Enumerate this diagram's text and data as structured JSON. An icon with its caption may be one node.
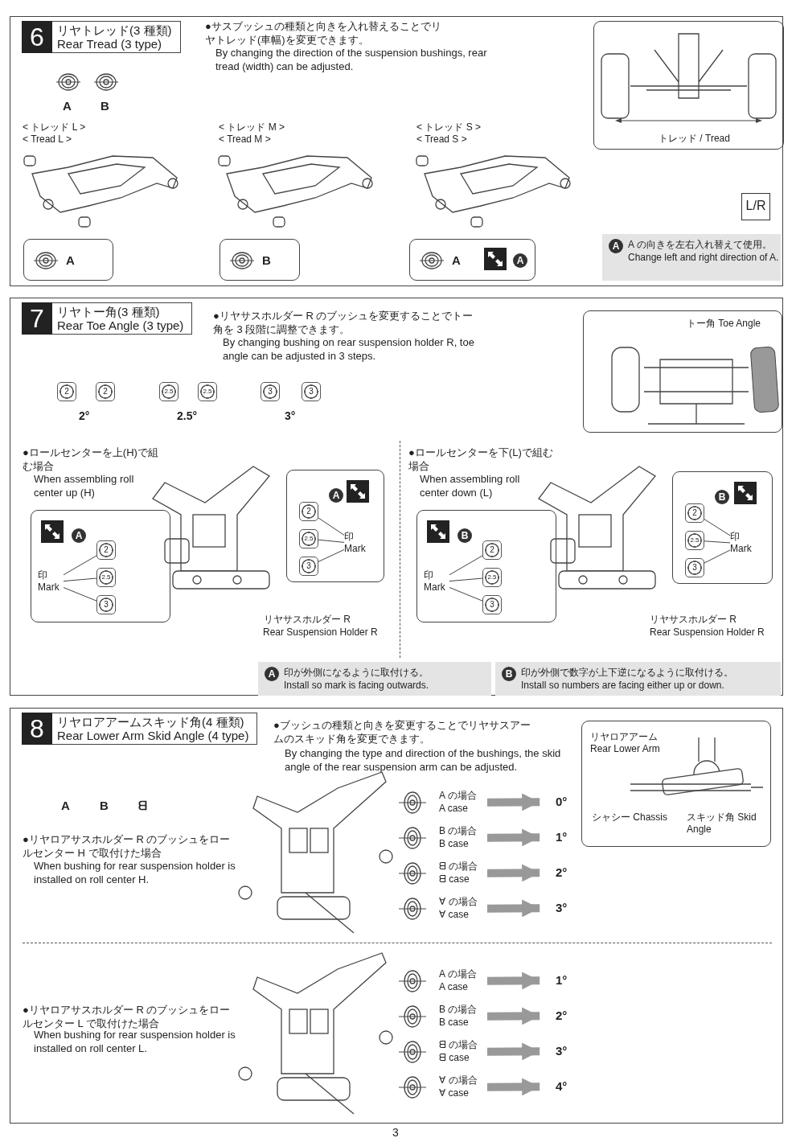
{
  "diagram": {
    "nodes": [
      {
        "text": [
          "6",
          "リヤトレッド(3 種類)",
          "Rear Tread (3 type)"
        ]
      },
      {
        "text": [
          "トレッド / Tread"
        ],
        "in": 0
      },
      {
        "text": [
          "A"
        ],
        "in": 0
      },
      {
        "text": [
          "B"
        ],
        "in": 0
      },
      {
        "text": [
          "A",
          "A"
        ],
        "in": 0
      },
      {
        "text": [
          "A",
          "A の向きを左右入れ替えて使用。",
          "Change left and right direction of A."
        ],
        "in": 0
      },
      {
        "text": [
          "7",
          "リヤトー角(3 種類)",
          "Rear Toe Angle (3 type)"
        ]
      },
      {
        "text": [
          "トー角 Toe Angle"
        ],
        "in": 6
      },
      {
        "text": [
          "2"
        ],
        "in": 6
      },
      {
        "text": [
          "2"
        ],
        "in": 6
      },
      {
        "text": [
          "2.5"
        ],
        "in": 6
      },
      {
        "text": [
          "2.5"
        ],
        "in": 6
      },
      {
        "text": [
          "3"
        ],
        "in": 6
      },
      {
        "text": [
          "3"
        ],
        "in": 6
      },
      {
        "text": [
          "A"
        ],
        "in": 6
      },
      {
        "text": [
          "2"
        ],
        "in": 14
      },
      {
        "text": [
          "2.5"
        ],
        "in": 14
      },
      {
        "text": [
          "3"
        ],
        "in": 14
      },
      {
        "text": [
          "印 Mark"
        ],
        "in": 14
      },
      {
        "text": [
          "A"
        ],
        "in": 6
      },
      {
        "text": [
          "2"
        ],
        "in": 19
      },
      {
        "text": [
          "2.5"
        ],
        "in": 19
      },
      {
        "text": [
          "3"
        ],
        "in": 19
      },
      {
        "text": [
          "印 Mark"
        ],
        "in": 19
      },
      {
        "text": [
          "B"
        ],
        "in": 6
      },
      {
        "text": [
          "2"
        ],
        "in": 24
      },
      {
        "text": [
          "2.5"
        ],
        "in": 24
      },
      {
        "text": [
          "3"
        ],
        "in": 24
      },
      {
        "text": [
          "印 Mark"
        ],
        "in": 24
      },
      {
        "text": [
          "B"
        ],
        "in": 6
      },
      {
        "text": [
          "2"
        ],
        "in": 29
      },
      {
        "text": [
          "2.5"
        ],
        "in": 29
      },
      {
        "text": [
          "3"
        ],
        "in": 29
      },
      {
        "text": [
          "印 Mark"
        ],
        "in": 29
      },
      {
        "text": [
          "A",
          "印が外側になるように取付ける。",
          "Install so mark is facing outwards."
        ],
        "in": 6
      },
      {
        "text": [
          "B",
          "印が外側で数字が上下逆になるように取付ける。",
          "Install so numbers are facing either up or down."
        ],
        "in": 6
      },
      {
        "text": [
          "8",
          "リヤロアアームスキッド角(4 種類)",
          "Rear Lower Arm Skid Angle (4 type)"
        ]
      },
      {
        "text": [
          "リヤロアアーム Rear Lower Arm",
          "シャシー Chassis",
          "スキッド角 Skid Angle"
        ],
        "in": 36
      },
      {
        "text": [
          "A の場合 A case"
        ],
        "in": 36
      },
      {
        "text": [
          "B の場合 B case"
        ],
        "in": 36
      },
      {
        "text": [
          "ᗺ の場合 ᗺ case"
        ],
        "in": 36
      },
      {
        "text": [
          "∀ の場合 ∀ case"
        ],
        "in": 36
      },
      {
        "text": [
          "0°"
        ],
        "in": 36
      },
      {
        "text": [
          "1°"
        ],
        "in": 36
      },
      {
        "text": [
          "2°"
        ],
        "in": 36
      },
      {
        "text": [
          "3°"
        ],
        "in": 36
      },
      {
        "text": [
          "A の場合 A case"
        ],
        "in": 36
      },
      {
        "text": [
          "B の場合 B case"
        ],
        "in": 36
      },
      {
        "text": [
          "ᗺ の場合 ᗺ case"
        ],
        "in": 36
      },
      {
        "text": [
          "∀ の場合 ∀ case"
        ],
        "in": 36
      },
      {
        "text": [
          "1°"
        ],
        "in": 36
      },
      {
        "text": [
          "2°"
        ],
        "in": 36
      },
      {
        "text": [
          "3°"
        ],
        "in": 36
      },
      {
        "text": [
          "4°"
        ],
        "in": 36
      }
    ],
    "edges": [
      {
        "from": 18,
        "to": 15,
        "arrow": "none"
      },
      {
        "from": 18,
        "to": 16,
        "arrow": "none"
      },
      {
        "from": 18,
        "to": 17,
        "arrow": "none"
      },
      {
        "from": 23,
        "to": 20,
        "arrow": "none"
      },
      {
        "from": 23,
        "to": 21,
        "arrow": "none"
      },
      {
        "from": 23,
        "to": 22,
        "arrow": "none"
      },
      {
        "from": 28,
        "to": 25,
        "arrow": "none"
      },
      {
        "from": 28,
        "to": 26,
        "arrow": "none"
      },
      {
        "from": 28,
        "to": 27,
        "arrow": "none"
      },
      {
        "from": 33,
        "to": 30,
        "arrow": "none"
      },
      {
        "from": 33,
        "to": 31,
        "arrow": "none"
      },
      {
        "from": 33,
        "to": 32,
        "arrow": "none"
      },
      {
        "from": 38,
        "to": 42,
        "arrow": "to",
        "style": "thick",
        "color": "#999999"
      },
      {
        "from": 39,
        "to": 43,
        "arrow": "to",
        "style": "thick",
        "color": "#999999"
      },
      {
        "from": 40,
        "to": 44,
        "arrow": "to",
        "style": "thick",
        "color": "#999999"
      },
      {
        "from": 41,
        "to": 45,
        "arrow": "to",
        "style": "thick",
        "color": "#999999"
      },
      {
        "from": 46,
        "to": 50,
        "arrow": "to",
        "style": "thick",
        "color": "#999999"
      },
      {
        "from": 47,
        "to": 51,
        "arrow": "to",
        "style": "thick",
        "color": "#999999"
      },
      {
        "from": 48,
        "to": 52,
        "arrow": "to",
        "style": "thick",
        "color": "#999999"
      },
      {
        "from": 49,
        "to": 53,
        "arrow": "to",
        "style": "thick",
        "color": "#999999"
      }
    ],
    "labels": [
      "●サスブッシュの種類と向きを入れ替えることでリヤトレッド(車幅)を変更できます。",
      "By changing the direction of the suspension bushings, rear tread (width) can be adjusted.",
      "A",
      "B",
      "< トレッド L >",
      "< Tread L >",
      "< トレッド M >",
      "< Tread M >",
      "< トレッド S >",
      "< Tread S >",
      "L/R",
      "●リヤサスホルダー R のブッシュを変更することでトー角を 3 段階に調整できます。",
      "By changing bushing on rear suspension holder R, toe angle can be adjusted in 3 steps.",
      "2°",
      "2.5°",
      "3°",
      "●ロールセンターを上(H)で組む場合",
      "When assembling roll center up (H)",
      "●ロールセンターを下(L)で組む場合",
      "When assembling roll center down (L)",
      "リヤサスホルダー R",
      "Rear Suspension Holder R",
      "リヤサスホルダー R",
      "Rear Suspension Holder R",
      "●ブッシュの種類と向きを変更することでリヤサスアームのスキッド角を変更できます。",
      "By changing the type and direction of the bushings, the skid angle of the rear suspension arm can be adjusted.",
      "A",
      "B",
      "ᗺ",
      "●リヤロアサスホルダー R のブッシュをロールセンター H で取付けた場合",
      "When bushing for rear suspension holder is installed on roll center H.",
      "●リヤロアサスホルダー R のブッシュをロールセンター L で取付けた場合",
      "When bushing for rear suspension holder is installed on roll center L.",
      "3"
    ]
  }
}
